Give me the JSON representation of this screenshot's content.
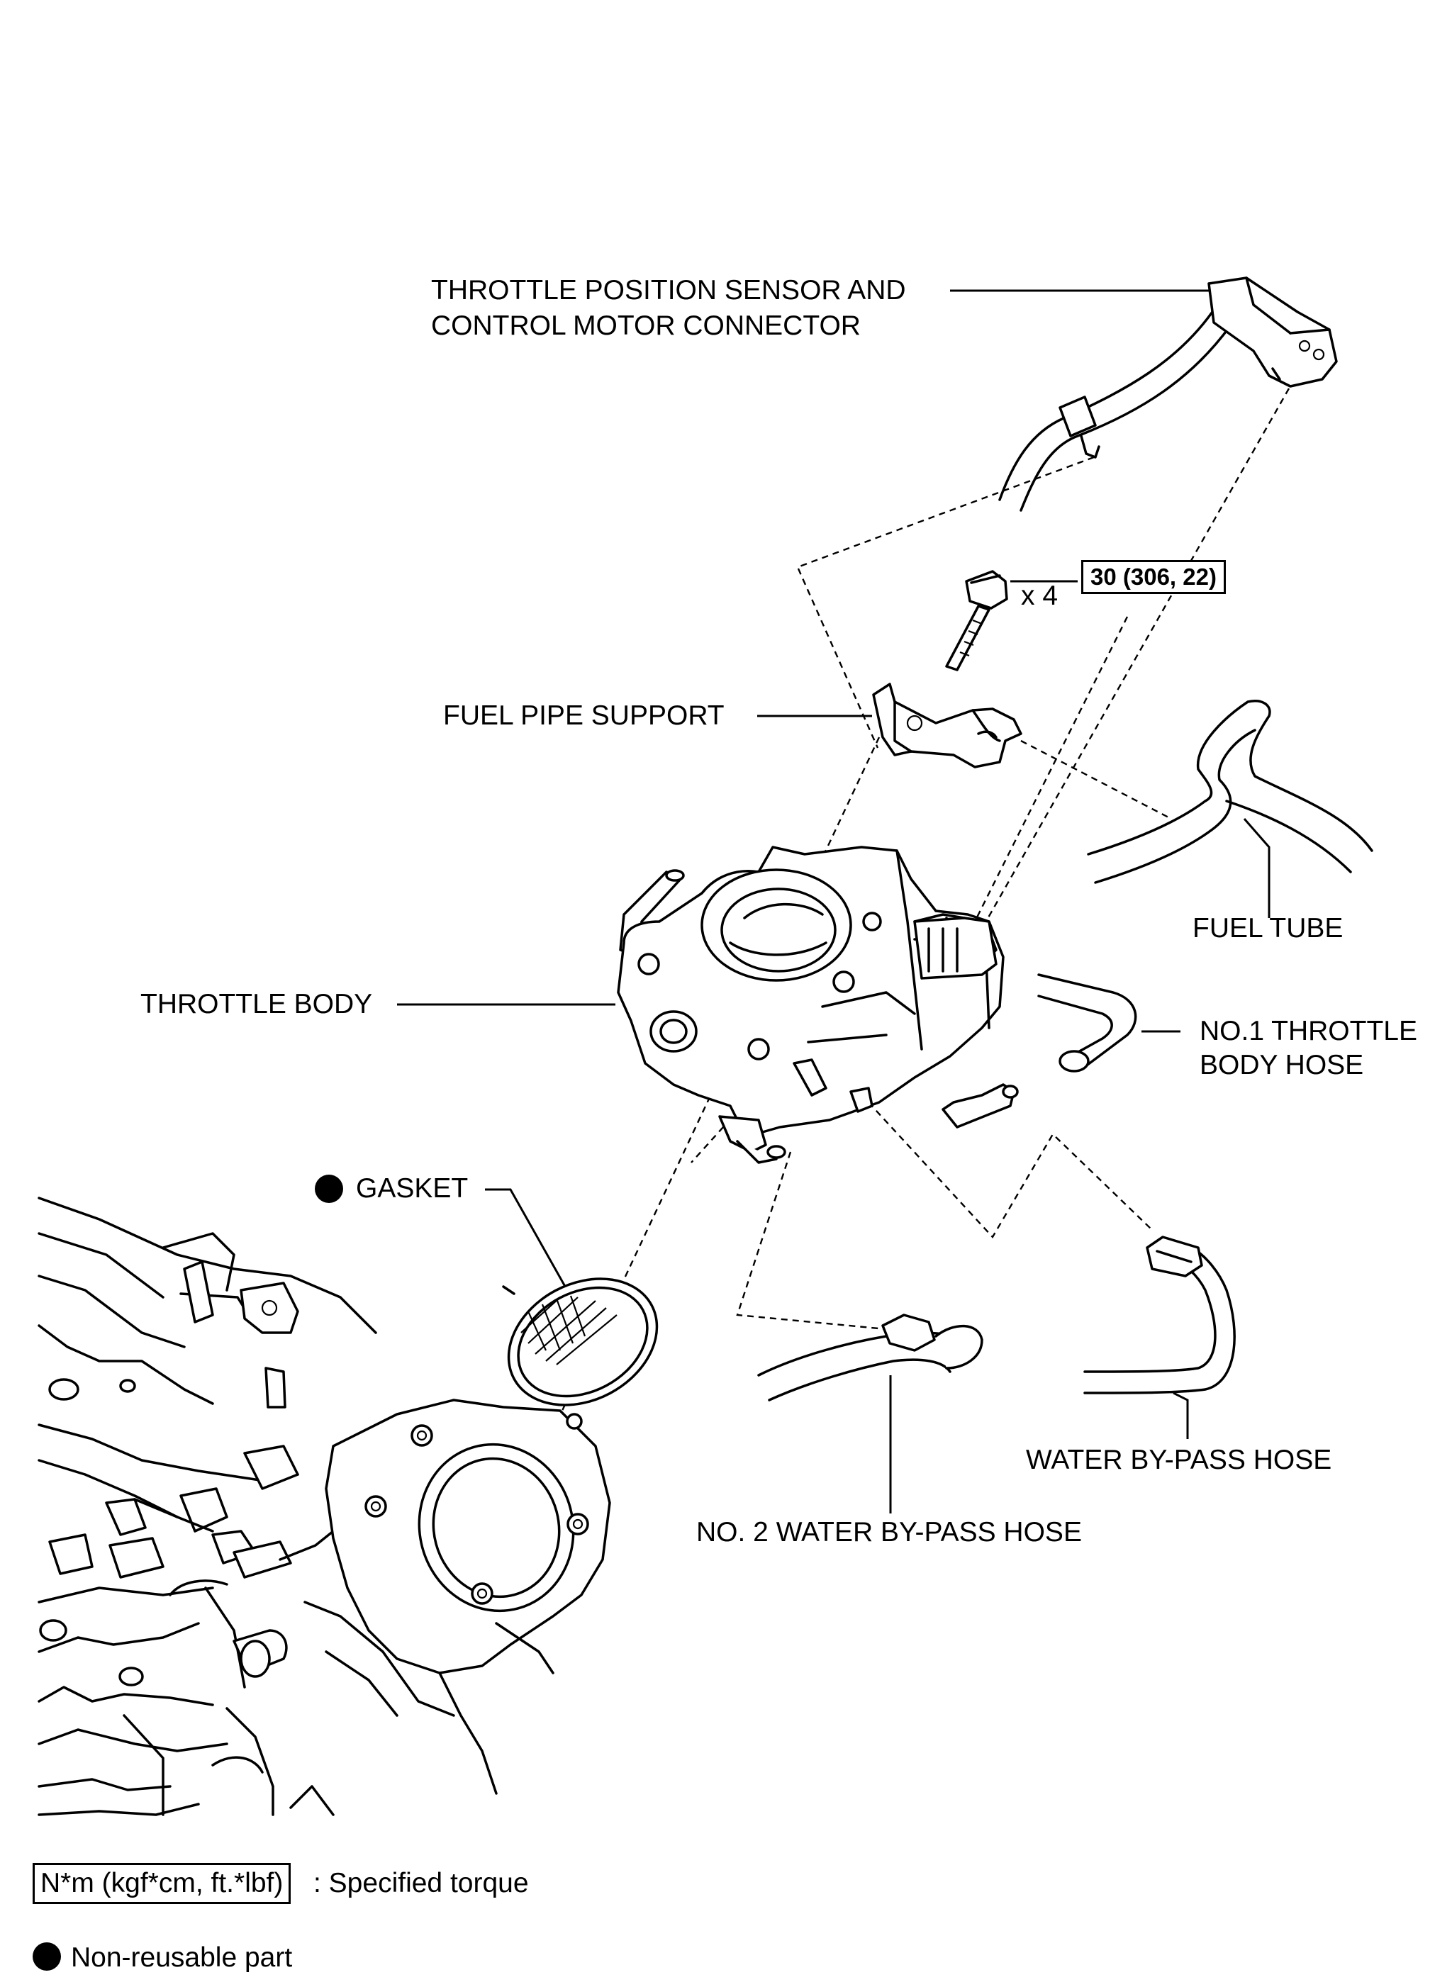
{
  "labels": {
    "throttle_position_sensor_line1": "THROTTLE POSITION SENSOR AND",
    "throttle_position_sensor_line2": "CONTROL MOTOR CONNECTOR",
    "fuel_pipe_support": "FUEL PIPE SUPPORT",
    "fuel_tube": "FUEL TUBE",
    "throttle_body": "THROTTLE BODY",
    "no1_throttle_body_hose_line1": "NO.1 THROTTLE",
    "no1_throttle_body_hose_line2": "BODY HOSE",
    "gasket": "GASKET",
    "water_bypass_hose": "WATER BY-PASS HOSE",
    "no2_water_bypass_hose": "NO. 2 WATER BY-PASS HOSE"
  },
  "torque": {
    "value": "30 (306, 22)",
    "quantity": "x 4"
  },
  "legend": {
    "torque_units": "N*m (kgf*cm, ft.*lbf)",
    "torque_text": ": Specified torque",
    "non_reusable_text": "Non-reusable part"
  }
}
